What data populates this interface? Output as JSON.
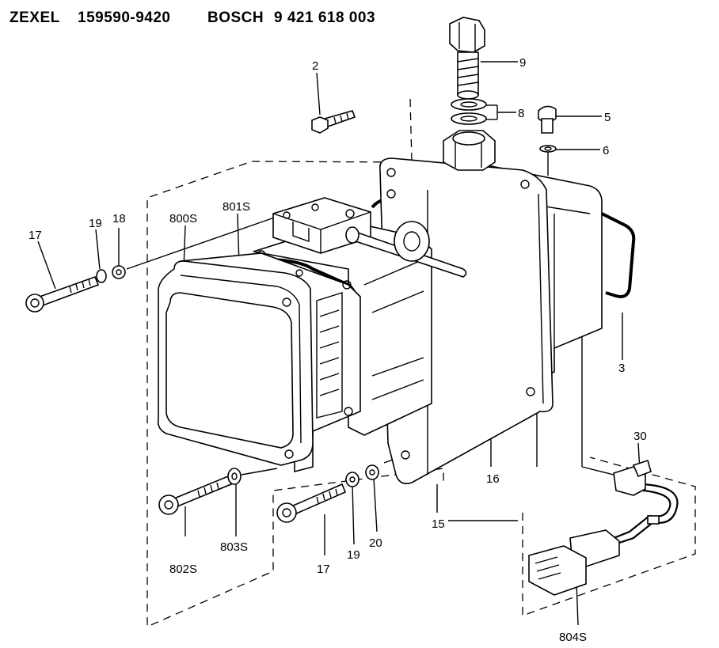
{
  "header": {
    "brand1": "ZEXEL",
    "part1": "159590-9420",
    "brand2": "BOSCH",
    "part2": "9 421 618 003"
  },
  "callouts": {
    "c2": "2",
    "c3": "3",
    "c5": "5",
    "c6": "6",
    "c8": "8",
    "c9": "9",
    "c15": "15",
    "c16": "16",
    "c17a": "17",
    "c17b": "17",
    "c18": "18",
    "c19a": "19",
    "c19b": "19",
    "c20": "20",
    "c30": "30",
    "c800s": "800S",
    "c801s": "801S",
    "c802s": "802S",
    "c803s": "803S",
    "c804s": "804S"
  }
}
